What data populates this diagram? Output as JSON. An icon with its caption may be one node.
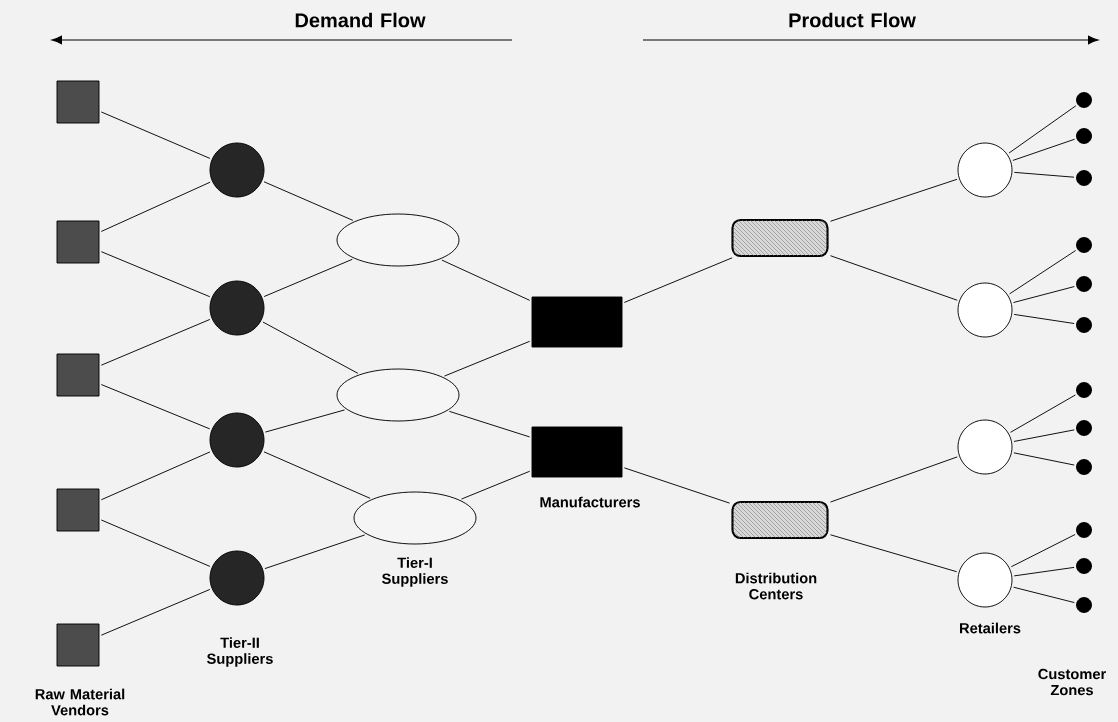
{
  "diagram": {
    "nodes": [
      {
        "text": [],
        "shape": "box"
      },
      {
        "text": [],
        "shape": "box"
      },
      {
        "text": [],
        "shape": "box"
      },
      {
        "text": [],
        "shape": "box"
      },
      {
        "text": [],
        "shape": "box"
      },
      {
        "text": [],
        "shape": "circle"
      },
      {
        "text": [],
        "shape": "circle"
      },
      {
        "text": [],
        "shape": "circle"
      },
      {
        "text": [],
        "shape": "circle"
      },
      {
        "text": [],
        "shape": "ellipse"
      },
      {
        "text": [],
        "shape": "ellipse"
      },
      {
        "text": [],
        "shape": "ellipse"
      },
      {
        "text": [],
        "shape": "box"
      },
      {
        "text": [],
        "shape": "box"
      },
      {
        "text": [],
        "shape": "box"
      },
      {
        "text": [],
        "shape": "box"
      },
      {
        "text": [],
        "shape": "circle"
      },
      {
        "text": [],
        "shape": "circle"
      },
      {
        "text": [],
        "shape": "circle"
      },
      {
        "text": [],
        "shape": "circle"
      },
      {
        "text": [],
        "shape": "circle"
      },
      {
        "text": [],
        "shape": "circle"
      },
      {
        "text": [],
        "shape": "circle"
      },
      {
        "text": [],
        "shape": "circle"
      },
      {
        "text": [],
        "shape": "circle"
      },
      {
        "text": [],
        "shape": "circle"
      },
      {
        "text": [],
        "shape": "circle"
      },
      {
        "text": [],
        "shape": "circle"
      },
      {
        "text": [],
        "shape": "circle"
      },
      {
        "text": [],
        "shape": "circle"
      },
      {
        "text": [],
        "shape": "circle"
      },
      {
        "text": [],
        "shape": "circle"
      }
    ],
    "edges": [
      {
        "from": 0,
        "to": 5,
        "arrow": "none"
      },
      {
        "from": 1,
        "to": 5,
        "arrow": "none"
      },
      {
        "from": 1,
        "to": 6,
        "arrow": "none"
      },
      {
        "from": 2,
        "to": 6,
        "arrow": "none"
      },
      {
        "from": 2,
        "to": 7,
        "arrow": "none"
      },
      {
        "from": 3,
        "to": 7,
        "arrow": "none"
      },
      {
        "from": 3,
        "to": 8,
        "arrow": "none"
      },
      {
        "from": 4,
        "to": 8,
        "arrow": "none"
      },
      {
        "from": 5,
        "to": 9,
        "arrow": "none"
      },
      {
        "from": 6,
        "to": 9,
        "arrow": "none"
      },
      {
        "from": 6,
        "to": 10,
        "arrow": "none"
      },
      {
        "from": 7,
        "to": 10,
        "arrow": "none"
      },
      {
        "from": 7,
        "to": 11,
        "arrow": "none"
      },
      {
        "from": 8,
        "to": 11,
        "arrow": "none"
      },
      {
        "from": 9,
        "to": 12,
        "arrow": "none"
      },
      {
        "from": 10,
        "to": 12,
        "arrow": "none"
      },
      {
        "from": 10,
        "to": 13,
        "arrow": "none"
      },
      {
        "from": 11,
        "to": 13,
        "arrow": "none"
      },
      {
        "from": 12,
        "to": 14,
        "arrow": "none"
      },
      {
        "from": 13,
        "to": 15,
        "arrow": "none"
      },
      {
        "from": 14,
        "to": 16,
        "arrow": "none"
      },
      {
        "from": 14,
        "to": 17,
        "arrow": "none"
      },
      {
        "from": 15,
        "to": 18,
        "arrow": "none"
      },
      {
        "from": 15,
        "to": 19,
        "arrow": "none"
      },
      {
        "from": 16,
        "to": 20,
        "arrow": "none"
      },
      {
        "from": 16,
        "to": 21,
        "arrow": "none"
      },
      {
        "from": 16,
        "to": 22,
        "arrow": "none"
      },
      {
        "from": 17,
        "to": 23,
        "arrow": "none"
      },
      {
        "from": 17,
        "to": 24,
        "arrow": "none"
      },
      {
        "from": 17,
        "to": 25,
        "arrow": "none"
      },
      {
        "from": 18,
        "to": 26,
        "arrow": "none"
      },
      {
        "from": 18,
        "to": 27,
        "arrow": "none"
      },
      {
        "from": 18,
        "to": 28,
        "arrow": "none"
      },
      {
        "from": 19,
        "to": 29,
        "arrow": "none"
      },
      {
        "from": 19,
        "to": 30,
        "arrow": "none"
      },
      {
        "from": 19,
        "to": 31,
        "arrow": "none"
      }
    ],
    "labels": [
      "Demand Flow",
      "Product Flow",
      "Tier-I Suppliers",
      "Manufacturers",
      "Distribution Centers",
      "Retailers",
      "Tier-II Suppliers",
      "Raw Material Vendors",
      "Customer Zones"
    ]
  }
}
